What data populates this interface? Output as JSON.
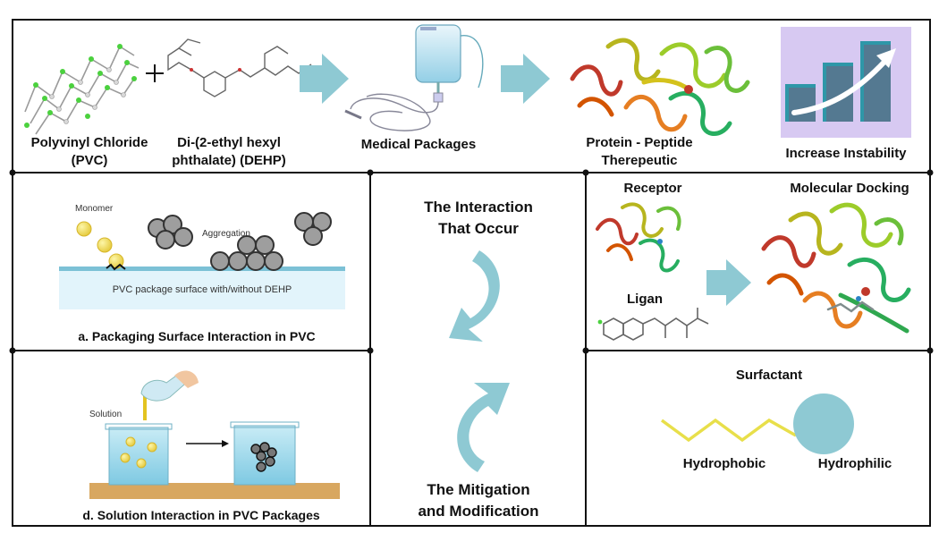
{
  "top": {
    "pvc_label": "Polyvinyl Chloride (PVC)",
    "dehp_label": "Di-(2-ethyl hexyl phthalate) (DEHP)",
    "plus": "+",
    "medical_label": "Medical Packages",
    "protein_label": "Protein - Peptide Therepeutic",
    "instability_label": "Increase Instability"
  },
  "panel_a": {
    "monomer": "Monomer",
    "aggregation": "Aggregation",
    "surface": "PVC package surface with/without DEHP",
    "caption": "a. Packaging Surface Interaction in PVC"
  },
  "panel_d": {
    "solution": "Solution",
    "caption": "d. Solution Interaction in PVC Packages"
  },
  "center": {
    "top_line1": "The Interaction",
    "top_line2": "That Occur",
    "bottom_line1": "The Mitigation",
    "bottom_line2": "and Modification"
  },
  "panel_docking": {
    "receptor": "Receptor",
    "docking": "Molecular Docking",
    "ligand": "Ligan"
  },
  "panel_surfactant": {
    "title": "Surfactant",
    "hydrophobic": "Hydrophobic",
    "hydrophilic": "Hydrophilic"
  },
  "colors": {
    "arrow": "#8ec9d3",
    "surfactant_head": "#8ec9d3",
    "surfactant_tail": "#e8df4a",
    "bar": "#2e97a8",
    "bar_bg": "#d7c9f2"
  }
}
